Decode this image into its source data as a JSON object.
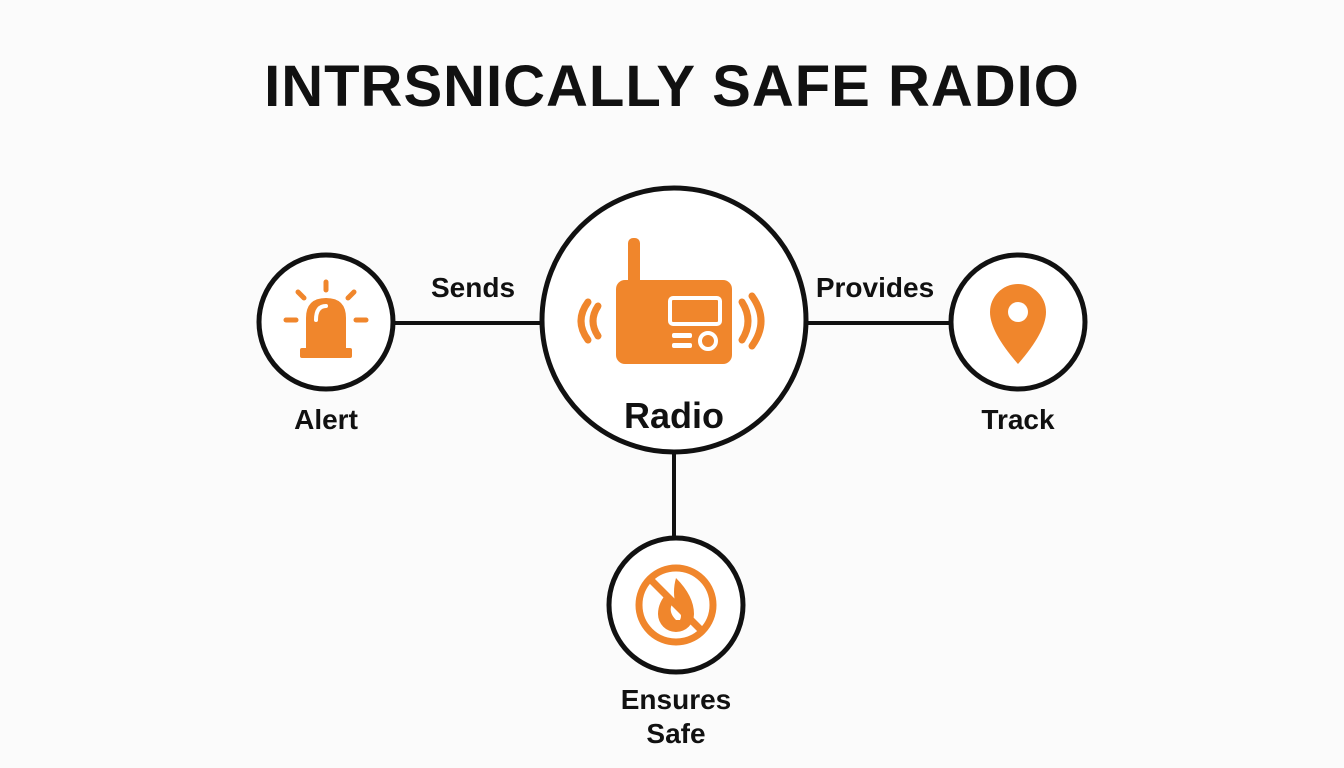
{
  "title": "INTRSNICALLY SAFE RADIO",
  "colors": {
    "accent": "#f0862c",
    "stroke": "#111111",
    "background": "#fbfbfb"
  },
  "center_node": {
    "label": "Radio",
    "icon": "radio-icon"
  },
  "nodes": [
    {
      "id": "alert",
      "label": "Alert",
      "icon": "siren-icon",
      "connector_label": "Sends"
    },
    {
      "id": "track",
      "label": "Track",
      "icon": "location-pin-icon",
      "connector_label": "Provides"
    },
    {
      "id": "safe",
      "label_lines": [
        "Ensures",
        "Safe"
      ],
      "icon": "no-fire-icon"
    }
  ]
}
